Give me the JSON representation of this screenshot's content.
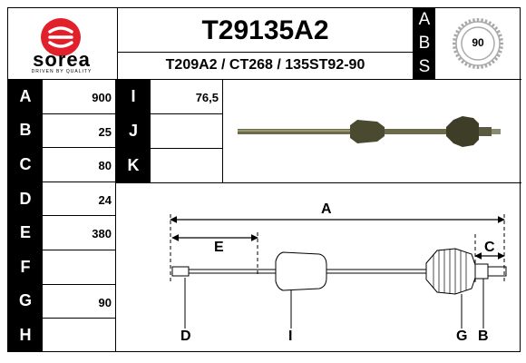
{
  "brand": {
    "name": "sorea",
    "tagline": "DRIVEN BY QUALITY",
    "color": "#e2202c"
  },
  "header": {
    "part_number": "T29135A2",
    "cross_refs": "T209A2 / CT268 / 135ST92-90",
    "abs_letters": [
      "A",
      "B",
      "S"
    ],
    "abs_teeth": "90"
  },
  "specs": [
    {
      "key": "A",
      "value": "900"
    },
    {
      "key": "B",
      "value": "25"
    },
    {
      "key": "C",
      "value": "80"
    },
    {
      "key": "D",
      "value": "24"
    },
    {
      "key": "E",
      "value": "380"
    },
    {
      "key": "F",
      "value": ""
    },
    {
      "key": "G",
      "value": "90"
    },
    {
      "key": "H",
      "value": ""
    }
  ],
  "specs_extra": [
    {
      "key": "I",
      "value": "76,5"
    },
    {
      "key": "J",
      "value": ""
    },
    {
      "key": "K",
      "value": ""
    }
  ],
  "diagram_labels": {
    "A": "A",
    "E": "E",
    "C": "C",
    "D": "D",
    "I": "I",
    "G": "G",
    "B": "B"
  }
}
